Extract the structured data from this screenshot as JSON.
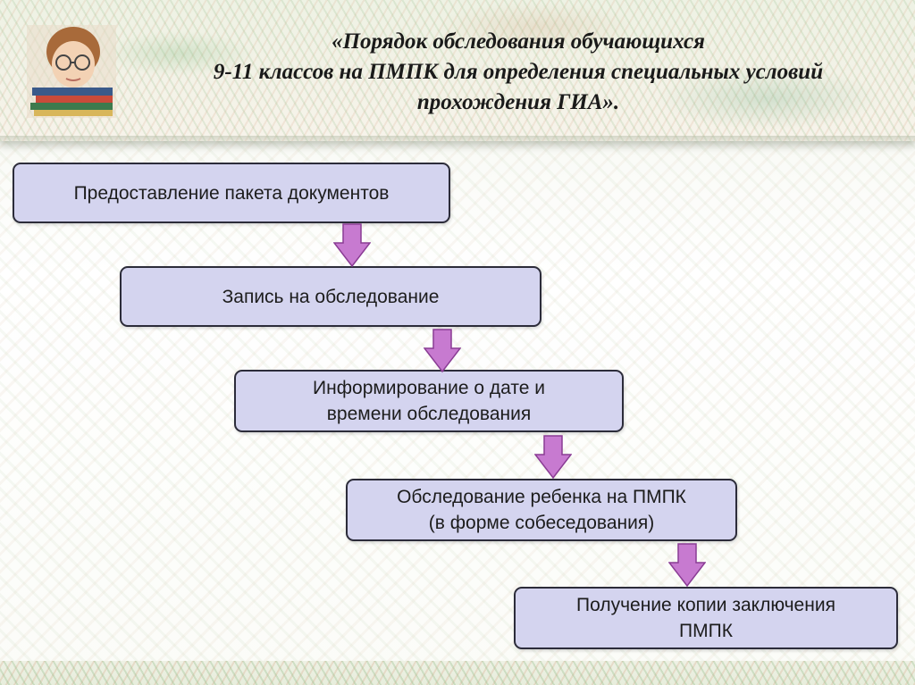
{
  "title": {
    "line1": "«Порядок обследования обучающихся",
    "line2": "9-11 классов на ПМПК для определения специальных условий",
    "line3": "прохождения ГИА»."
  },
  "steps": [
    {
      "lines": [
        "Предоставление пакета документов"
      ]
    },
    {
      "lines": [
        "Запись на обследование"
      ]
    },
    {
      "lines": [
        "Информирование о дате и",
        "времени обследования"
      ]
    },
    {
      "lines": [
        "Обследование ребенка на ПМПК",
        "(в форме собеседования)"
      ]
    },
    {
      "lines": [
        "Получение копии заключения",
        "ПМПК"
      ]
    }
  ],
  "colors": {
    "box_fill": "#d4d4ef",
    "box_border": "#2c2c3a",
    "arrow_fill": "#c77ad0",
    "arrow_stroke": "#8a3c94"
  },
  "icons": {
    "header_photo": "girl-with-glasses-and-books-icon",
    "flow_arrow": "down-arrow-icon"
  }
}
